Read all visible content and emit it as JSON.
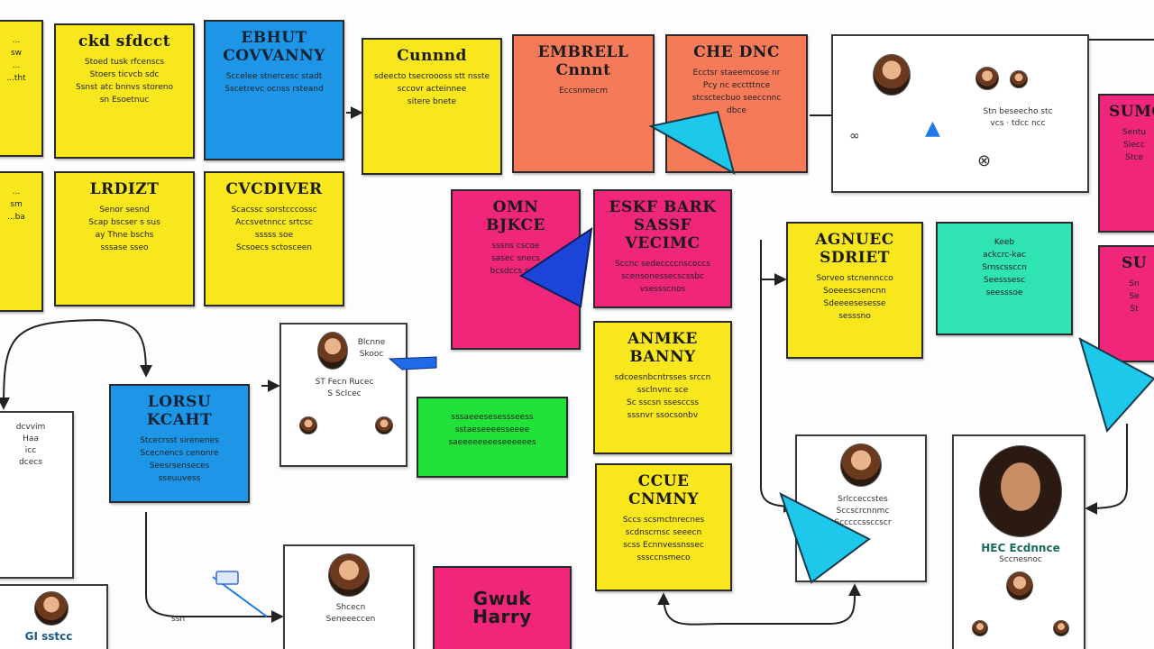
{
  "board": {
    "notes": [
      {
        "id": "n1",
        "color": "y",
        "title": "",
        "lines": [
          "...",
          "sw",
          "...",
          "...tht"
        ]
      },
      {
        "id": "n2",
        "color": "y",
        "title": "ckd sfdcct",
        "lines": [
          "Stoed tusk rfcenscs",
          "Stoers ticvcb sdc",
          "Ssnst atc bnnvs storeno",
          "sn Esoetnuc"
        ]
      },
      {
        "id": "n3",
        "color": "b",
        "title": "EBHUT COVVANNY",
        "lines": [
          "Sccelee stnercesc stadt",
          "Sscetrevc ocnss rsteand"
        ]
      },
      {
        "id": "n4",
        "color": "y",
        "title": "Cunnnd",
        "lines": [
          "sdeecto tsecroooss stt nsste",
          "sccovr acteinnee",
          "sitere bnete"
        ]
      },
      {
        "id": "n5",
        "color": "o",
        "title": "EMBRELL Cnnnt",
        "lines": [
          "Eccsnmecm"
        ]
      },
      {
        "id": "n6",
        "color": "o",
        "title": "CHE DNC",
        "lines": [
          "Ecctsr staeemcose nr",
          "Pcy nc ecctttnce",
          "stcsctecbuo seeccnnc",
          "dbce"
        ]
      },
      {
        "id": "n7",
        "color": "y",
        "title": "",
        "lines": [
          "...",
          "sm",
          "...ba"
        ]
      },
      {
        "id": "n8",
        "color": "y",
        "title": "LRDIZT",
        "lines": [
          "Senor sesnd",
          "Scap bscser s sus",
          "ay Thne bschs",
          "sssase sseo"
        ]
      },
      {
        "id": "n9",
        "color": "y",
        "title": "CVCDIVER",
        "lines": [
          "Scacssc sorstcccossc",
          "Accsvetnncc srtcsc",
          "sssss soe",
          "Scsoecs sctosceen"
        ]
      },
      {
        "id": "n10",
        "color": "p",
        "title": "OMN BJKCE",
        "lines": [
          "sssns cscoe",
          "sasec snecs",
          "bcsdccs sets"
        ]
      },
      {
        "id": "n11",
        "color": "p",
        "title": "ESKF BARK SASSF VECIMC",
        "lines": [
          "Sccnc sedeccccnscoccs",
          "scensonessecscssbc",
          "vsessscnos"
        ]
      },
      {
        "id": "n12",
        "color": "y",
        "title": "AGNUEC SDRIET",
        "lines": [
          "Sorveo stcnenncco",
          "Soeeescsencnn",
          "Sdeeeesesesse",
          "sesssno"
        ]
      },
      {
        "id": "n13",
        "color": "t",
        "title": "",
        "lines": [
          "Keeb",
          "ackcrc-kac",
          "Srnscssccn",
          "Seesssesc",
          "seesssoe"
        ]
      },
      {
        "id": "n14",
        "color": "p",
        "title": "SUMC",
        "lines": [
          "Sentu",
          "Siecc",
          "Stce"
        ]
      },
      {
        "id": "n15",
        "color": "p",
        "title": "SU",
        "lines": [
          "Sn",
          "Se",
          "St"
        ]
      },
      {
        "id": "n16",
        "color": "b",
        "title": "LORSU KCAHT",
        "lines": [
          "Stcecrsst sirenenes",
          "Scecnencs cenonre",
          "Seesrsenseces",
          "sseuuvess"
        ]
      },
      {
        "id": "n17",
        "color": "y",
        "title": "ANMKE BANNY",
        "lines": [
          "sdcoesnbcntrsses srccn",
          "ssclnvnc sce",
          "Sc sscsn ssesccss",
          "sssnvr ssocsonbv"
        ]
      },
      {
        "id": "n18",
        "color": "g",
        "title": "",
        "lines": [
          "sssaeeesesessseess",
          "sstaeseeeesseeee",
          "saeeeeeeeeseeeeees"
        ]
      },
      {
        "id": "n19",
        "color": "y",
        "title": "CCUE CNMNY",
        "lines": [
          "Sccs scsmctnrecnes",
          "scdnscrnsc seeecn",
          "scss Ecnnvessnssec",
          "sssccnsmeco"
        ]
      },
      {
        "id": "n20",
        "color": "p",
        "title": "Gwuk Harry",
        "lines": []
      }
    ],
    "cards": [
      {
        "id": "c1",
        "lines": [
          "Stn beseecho stc",
          "vcs · tdcc ncc"
        ],
        "icons": [
          "infinity-icon",
          "navigation-arrow-icon",
          "compass-icon"
        ]
      },
      {
        "id": "c2",
        "lines": [
          "Blcnne",
          "Skooc",
          "ST Fecn Rucec",
          "S Sclcec"
        ]
      },
      {
        "id": "c3",
        "lines": [
          "dcvvim",
          "Haa",
          "icc",
          "dcecs"
        ]
      },
      {
        "id": "c4",
        "lines": [
          "Srlcceccstes",
          "Sccscrcnnmc",
          "Scccccssccscr"
        ]
      },
      {
        "id": "c5",
        "lines": [
          "HEC Ecdnnce",
          "Sccnesnoc"
        ]
      },
      {
        "id": "c6",
        "lines": [
          "Shcecn",
          "Seneeeccen"
        ]
      },
      {
        "id": "c7",
        "lines": [
          "GI sstcc"
        ]
      }
    ],
    "labels": {
      "flow_tag": "ssn"
    },
    "colors": {
      "yellow": "#f8e71c",
      "blue": "#1e96e8",
      "coral": "#f47a5a",
      "pink": "#f0267a",
      "green": "#22e23a",
      "teal": "#2fe3b2",
      "cyan": "#1ec8ea",
      "royal": "#1c44d8"
    }
  }
}
